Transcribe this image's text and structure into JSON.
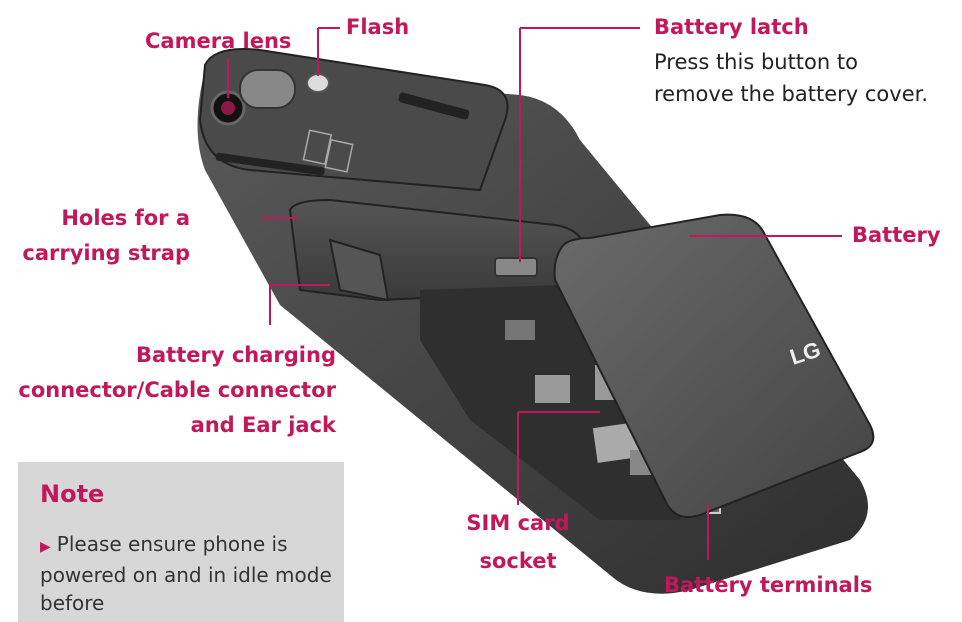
{
  "labels": {
    "camera_lens": "Camera lens",
    "flash": "Flash",
    "battery_latch": "Battery latch",
    "battery_latch_desc_1": "Press this button to",
    "battery_latch_desc_2": "remove the battery cover.",
    "holes_1": "Holes for a",
    "holes_2": "carrying strap",
    "battery": "Battery",
    "charging_1": "Battery charging",
    "charging_2": "connector/Cable connector",
    "charging_3": "and Ear jack",
    "sim_1": "SIM card",
    "sim_2": "socket",
    "terminals": "Battery terminals"
  },
  "device": {
    "logo": "LG"
  },
  "note": {
    "title": "Note",
    "text": "Please ensure phone is powered on and in idle mode before"
  },
  "colors": {
    "accent": "#c2185b",
    "phone_body": "#3f3f3f",
    "note_bg": "#d7d7d7"
  }
}
